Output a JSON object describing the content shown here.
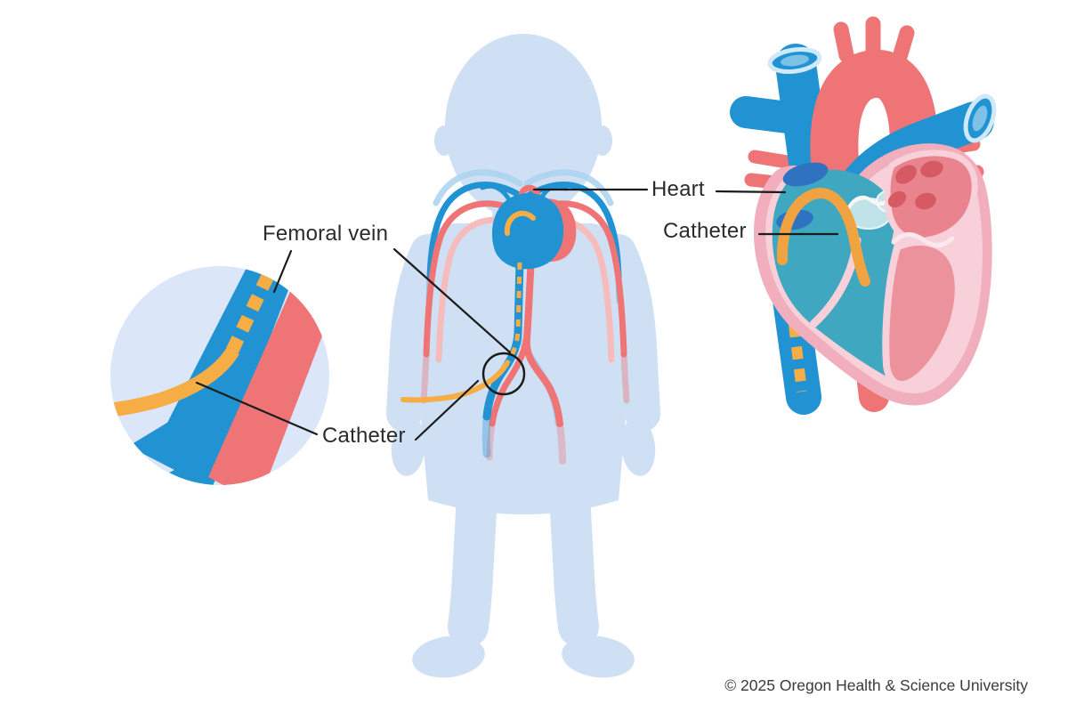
{
  "labels": {
    "femoral_vein": "Femoral vein",
    "catheter_left": "Catheter",
    "heart": "Heart",
    "catheter_right": "Catheter"
  },
  "footer": {
    "copyright": "© 2025 Oregon Health & Science University"
  },
  "colors": {
    "body_silhouette": "#cfe0f4",
    "vein_blue": "#2293d2",
    "vein_blue_light": "#a9d2ee",
    "artery_red": "#ee7476",
    "artery_red_light": "#f6bcbb",
    "catheter_orange": "#f6ad45",
    "catheter_orange_deep": "#f2a341",
    "inset_background": "#dbe7f8",
    "heart_wall_pink": "#f1aebc",
    "heart_wall_light": "#f8d0d9",
    "right_heart_teal": "#3fa8c0",
    "valve_teal_light": "#cfeaef",
    "vessel_opening_blue": "#2f72c2",
    "vessel_rim_light": "#cfe9f8",
    "vessel_inner_blue": "#7cc2e6",
    "left_atrium_salmon": "#e9838e",
    "pulmonary_vein_red": "#d55a64",
    "left_ventricle_pink": "#ec929c",
    "valve_line_light": "#fbe8ec",
    "leader_line": "#1b1b1b",
    "label_text": "#2b2b2b",
    "copyright_text": "#3a3a3a"
  }
}
